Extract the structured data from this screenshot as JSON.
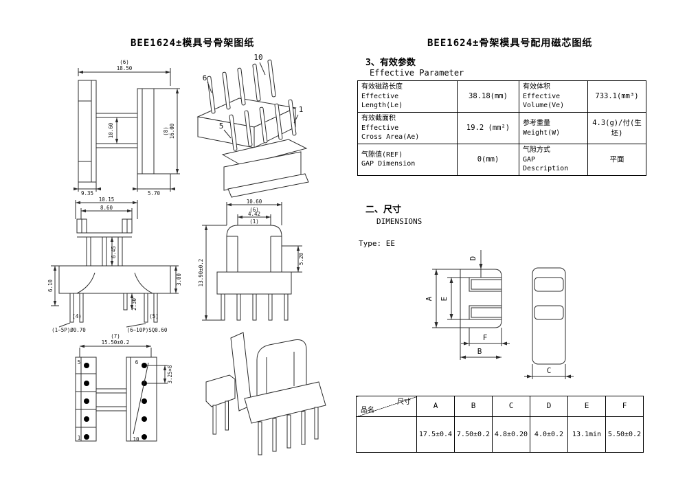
{
  "titles": {
    "left": "BEE1624±模具号骨架图纸",
    "right": "BEE1624±骨架模具号配用磁芯图纸"
  },
  "effective": {
    "heading_cn": "3、有效参数",
    "heading_en": "Effective Parameter",
    "rows": [
      {
        "c0": [
          "有效磁路长度",
          "Effective",
          "Length(Le)"
        ],
        "c1": "38.18(mm)",
        "c2": [
          "有效体积",
          "Effective",
          "Volume(Ve)"
        ],
        "c3": "733.1(mm³)"
      },
      {
        "c0": [
          "有效截面积",
          "Effective",
          "Cross Area(Ae)"
        ],
        "c1": "19.2 (mm²)",
        "c2": [
          "参考重量",
          "Weight(W)"
        ],
        "c3": "4.3(g)/付(生坯)"
      },
      {
        "c0": [
          "气隙值(REF)",
          "GAP Dimension"
        ],
        "c1": "0(mm)",
        "c2": [
          "气隙方式",
          "GAP Description"
        ],
        "c3": "平面"
      }
    ]
  },
  "dimensions_section": {
    "heading_cn": "二、尺寸",
    "heading_en": "DIMENSIONS",
    "type_label": "Type: EE"
  },
  "core_diagram": {
    "labels": {
      "a": "A",
      "b": "B",
      "c": "C",
      "d": "D",
      "e": "E",
      "f": "F"
    }
  },
  "dim_table": {
    "corner_top": "尺寸",
    "corner_bottom": "品名",
    "columns": [
      "A",
      "B",
      "C",
      "D",
      "E",
      "F"
    ],
    "values": [
      "17.5±0.4",
      "7.50±0.2",
      "4.8±0.20",
      "4.0±0.2",
      "13.1min",
      "5.50±0.2"
    ]
  },
  "drawings": {
    "side_view": {
      "ref_top": "(6)",
      "dim_top": "18.50",
      "dim_center": "10.60",
      "ref_right": "(8)",
      "dim_right": "16.00",
      "dim_bottom_left": "9.35",
      "dim_bottom_right": "5.70"
    },
    "iso_top": {
      "pin6": "6",
      "pin10": "10",
      "pin5": "5",
      "pin1": "1"
    },
    "front_pins": {
      "dim_top1": "10.15",
      "dim_top2": "8.60",
      "dim_center": "6.45",
      "dim_left": "6.10",
      "dim_right": "3.00",
      "dim_pin": "2.30",
      "ref_note_left": "(4)",
      "note_left": "(1~5P)Ø0.70",
      "ref_note_right": "(5)",
      "note_right": "(6~10P)SQ0.60"
    },
    "front_core": {
      "dim_top": "10.60",
      "ref_top": "(6)",
      "dim_inner": "4.42",
      "ref_inner": "(1)",
      "dim_left": "13.90±0.2",
      "dim_right": "5.20"
    },
    "top_view": {
      "ref_top": "(7)",
      "dim_top": "15.50±0.2",
      "dim_right": "3.25×8",
      "pin5": "5",
      "pin6": "6",
      "pin1": "1",
      "pin10": "10"
    }
  }
}
